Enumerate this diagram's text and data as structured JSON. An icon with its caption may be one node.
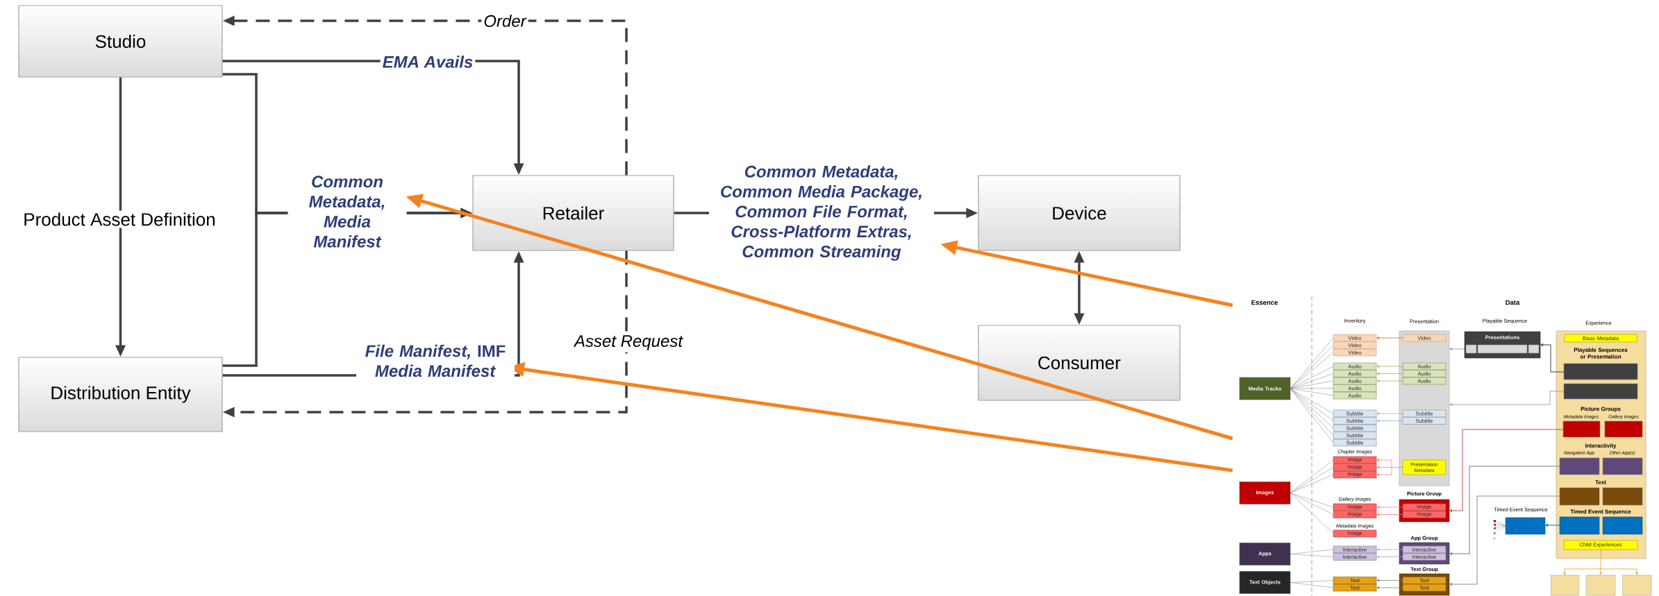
{
  "diagram": {
    "nodes": [
      {
        "text": [
          "Studio"
        ]
      },
      {
        "text": [
          "Distribution Entity"
        ]
      },
      {
        "text": [
          "Retailer"
        ]
      },
      {
        "text": [
          "Device"
        ]
      },
      {
        "text": [
          "Consumer"
        ]
      },
      {
        "text": [
          "Essence",
          "Media Tracks",
          "Images",
          "Apps",
          "Text Objects",
          "Data",
          "Inventory",
          "Video",
          "Video",
          "Video",
          "Audio",
          "Audio",
          "Audio",
          "Audio",
          "Audio",
          "Subtitle",
          "Subtitle",
          "Subtitle",
          "Subtitle",
          "Subtitle",
          "Chapter Images",
          "Image",
          "Image",
          "Image",
          "Gallery Images",
          "Image",
          "Image",
          "Metadata Images",
          "Image",
          "Interactive",
          "Interactive",
          "Text",
          "Text",
          "Presentation",
          "Video",
          "Audio",
          "Audio",
          "Audio",
          "Subtitle",
          "Subtitle",
          "Presentation Metadata",
          "Picture Group",
          "Image",
          "Image",
          "App Group",
          "Interactive",
          "Interactive",
          "Text Group",
          "Text",
          "Text",
          "Playable Sequence",
          "Presentations",
          "Timed Event Sequence",
          "Experience",
          "Basic Metadata",
          "Playable Sequences or Presentation",
          "Picture Groups",
          "Metadata Images",
          "Gallery Images",
          "Interactivity",
          "Navigation App",
          "Other App(s)",
          "Text",
          "Timed Event Sequence",
          "Child Experiences"
        ]
      }
    ],
    "edges": [
      {
        "from": 0,
        "to": 2,
        "arrow": "to",
        "label": "EMA Avails"
      },
      {
        "from": 0,
        "to": 1,
        "arrow": "to",
        "label": "Product Asset Definition"
      },
      {
        "from": 0,
        "to": 2,
        "arrow": "to",
        "label": "Common Metadata, Media Manifest"
      },
      {
        "from": 1,
        "to": 2,
        "arrow": "to"
      },
      {
        "from": 1,
        "to": 2,
        "arrow": "to",
        "label": "*File Manifest,* IMF *Media Manifest*"
      },
      {
        "from": 2,
        "to": 0,
        "arrow": "to",
        "label": "Order",
        "style": "dashed"
      },
      {
        "from": 2,
        "to": 1,
        "arrow": "to",
        "label": "Asset Request",
        "style": "dashed"
      },
      {
        "from": 2,
        "to": 3,
        "arrow": "to",
        "label": "Common Metadata, Common Media Package, Common File Format, Cross-Platform Extras, Common Streaming"
      },
      {
        "from": 3,
        "to": 4,
        "arrow": "both"
      },
      {
        "from": 5,
        "to": null,
        "arrow": "to",
        "color": "#f58220"
      },
      {
        "from": 5,
        "to": null,
        "arrow": "to",
        "color": "#f58220"
      },
      {
        "from": 5,
        "to": null,
        "arrow": "to",
        "color": "#f58220"
      }
    ]
  }
}
